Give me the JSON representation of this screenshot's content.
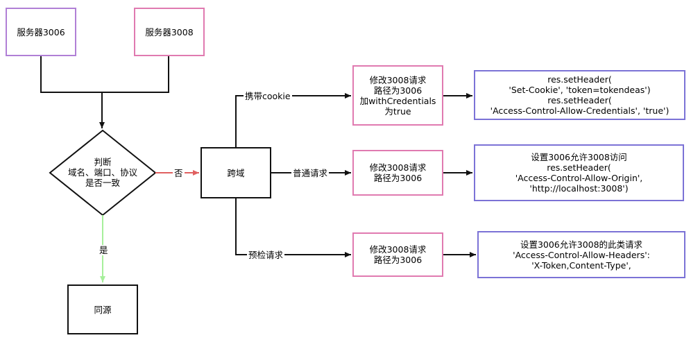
{
  "nodes": {
    "server_3006": "服务器3006",
    "server_3008": "服务器3008",
    "decision": [
      "判断",
      "域名、端口、协议",
      "是否一致"
    ],
    "cross_origin": "跨域",
    "same_origin": "同源",
    "step_cookie": [
      "修改3008请求",
      "路径为3006",
      "加withCredentials",
      "为true"
    ],
    "step_simple": [
      "修改3008请求",
      "路径为3006"
    ],
    "step_preflight": [
      "修改3008请求",
      "路径为3006"
    ],
    "code_cookie": [
      "res.setHeader(",
      "'Set-Cookie', 'token=tokendeas')",
      "res.setHeader(",
      "'Access-Control-Allow-Credentials', 'true')"
    ],
    "code_simple": [
      "设置3006允许3008访问",
      "res.setHeader(",
      "'Access-Control-Allow-Origin',",
      "'http://localhost:3008')"
    ],
    "code_preflight": [
      "设置3006允许3008的此类请求",
      "'Access-Control-Allow-Headers':",
      "'X-Token,Content-Type',"
    ]
  },
  "edges": {
    "no_label": "否",
    "yes_label": "是",
    "cookie_label": "携带cookie",
    "simple_label": "普通请求",
    "preflight_label": "预检请求"
  },
  "colors": {
    "purple_border": "#b07fd6",
    "pink_border": "#e07ab0",
    "blue_border": "#7b72d6",
    "no_edge": "#e06060",
    "yes_edge": "#a6ef9b",
    "default_edge": "#111111"
  }
}
